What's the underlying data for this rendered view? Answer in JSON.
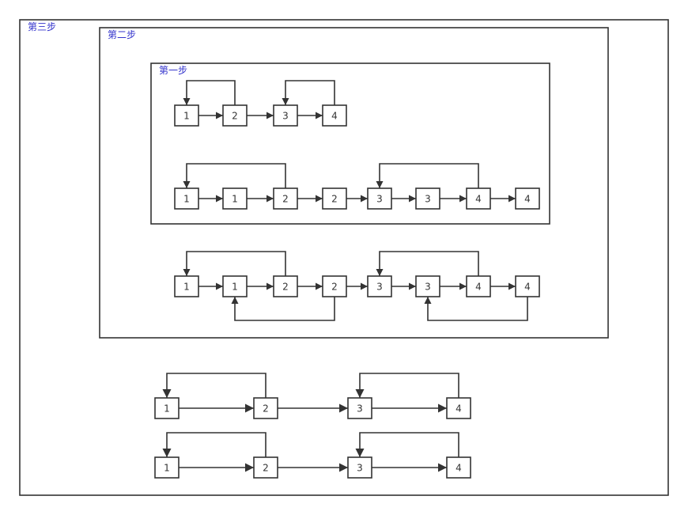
{
  "colors": {
    "label": "#3333cc",
    "stroke": "#333333",
    "background": "#ffffff"
  },
  "frames": [
    {
      "id": "step3",
      "label": "第三步"
    },
    {
      "id": "step2",
      "label": "第二步"
    },
    {
      "id": "step1",
      "label": "第一步"
    }
  ],
  "rows": [
    {
      "id": "row-a",
      "nodes": [
        "1",
        "2",
        "3",
        "4"
      ],
      "edges": [
        [
          0,
          1
        ],
        [
          1,
          2
        ],
        [
          2,
          3
        ]
      ],
      "loops": [
        {
          "from": 1,
          "to": 0,
          "side": "top"
        },
        {
          "from": 3,
          "to": 2,
          "side": "top"
        }
      ]
    },
    {
      "id": "row-b",
      "nodes": [
        "1",
        "1",
        "2",
        "2",
        "3",
        "3",
        "4",
        "4"
      ],
      "edges": [
        [
          0,
          1
        ],
        [
          1,
          2
        ],
        [
          2,
          3
        ],
        [
          3,
          4
        ],
        [
          4,
          5
        ],
        [
          5,
          6
        ],
        [
          6,
          7
        ]
      ],
      "loops": [
        {
          "from": 2,
          "to": 0,
          "side": "top"
        },
        {
          "from": 6,
          "to": 4,
          "side": "top"
        }
      ]
    },
    {
      "id": "row-c",
      "nodes": [
        "1",
        "1",
        "2",
        "2",
        "3",
        "3",
        "4",
        "4"
      ],
      "edges": [
        [
          0,
          1
        ],
        [
          1,
          2
        ],
        [
          2,
          3
        ],
        [
          3,
          4
        ],
        [
          4,
          5
        ],
        [
          5,
          6
        ],
        [
          6,
          7
        ]
      ],
      "loops": [
        {
          "from": 2,
          "to": 0,
          "side": "top"
        },
        {
          "from": 6,
          "to": 4,
          "side": "top"
        },
        {
          "from": 3,
          "to": 1,
          "side": "bottom"
        },
        {
          "from": 7,
          "to": 5,
          "side": "bottom"
        }
      ]
    },
    {
      "id": "row-d",
      "nodes": [
        "1",
        "2",
        "3",
        "4"
      ],
      "edges": [
        [
          0,
          1
        ],
        [
          1,
          2
        ],
        [
          2,
          3
        ]
      ],
      "loops": [
        {
          "from": 1,
          "to": 0,
          "side": "top"
        },
        {
          "from": 3,
          "to": 2,
          "side": "top"
        }
      ]
    },
    {
      "id": "row-e",
      "nodes": [
        "1",
        "2",
        "3",
        "4"
      ],
      "edges": [
        [
          0,
          1
        ],
        [
          1,
          2
        ],
        [
          2,
          3
        ]
      ],
      "loops": [
        {
          "from": 1,
          "to": 0,
          "side": "top"
        },
        {
          "from": 3,
          "to": 2,
          "side": "top"
        }
      ]
    }
  ]
}
